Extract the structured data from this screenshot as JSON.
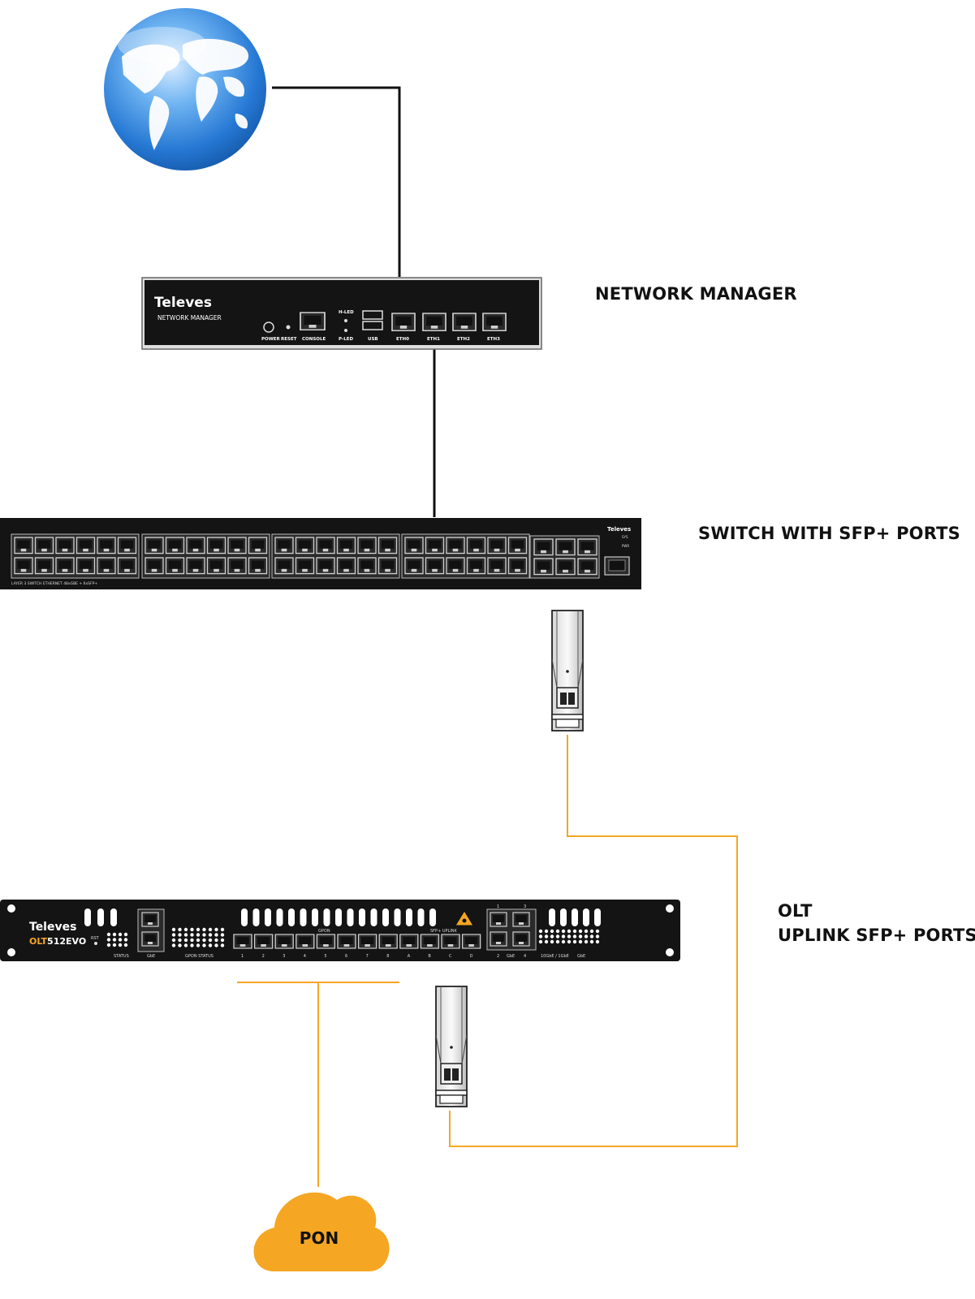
{
  "labels": {
    "network_manager": "NETWORK MANAGER",
    "switch": "SWITCH WITH SFP+ PORTS",
    "olt_line1": "OLT",
    "olt_line2": "UPLINK SFP+ PORTS",
    "pon": "PON"
  },
  "network_manager": {
    "brand": "Televes",
    "model": "NETWORK MANAGER",
    "port_labels": [
      "POWER",
      "RESET",
      "CONSOLE",
      "H-LED",
      "P-LED",
      "USB",
      "ETH0",
      "ETH1",
      "ETH2",
      "ETH3"
    ]
  },
  "switch": {
    "brand": "Televes",
    "description": "LAYER 3 SWITCH ETHERNET 48xGBE + 6xSFP+",
    "led_labels": [
      "SYS",
      "PWR"
    ]
  },
  "olt": {
    "brand": "Televes",
    "model_prefix": "OLT",
    "model_suffix": "512EVO",
    "labels": [
      "RST",
      "STATUS",
      "GbE",
      "GPON STATUS",
      "GPON",
      "SFP+ UPLINK",
      "GbE",
      "10GbE / 1GbE",
      "GbE"
    ],
    "pon_port_numbers": [
      "1",
      "2",
      "3",
      "4",
      "5",
      "6",
      "7",
      "8",
      "A",
      "B",
      "C",
      "D"
    ],
    "uplink_numbers": [
      "1",
      "3",
      "2",
      "4"
    ]
  },
  "colors": {
    "fiber": "#f5a623",
    "cable": "#111111",
    "cloud": "#f5a623",
    "globe": "#3a8fe0",
    "device": "#141414",
    "olt_accent": "#f5a623"
  },
  "icons": [
    "globe-icon",
    "cloud-icon",
    "sfp-module-icon",
    "laser-warning-icon"
  ]
}
